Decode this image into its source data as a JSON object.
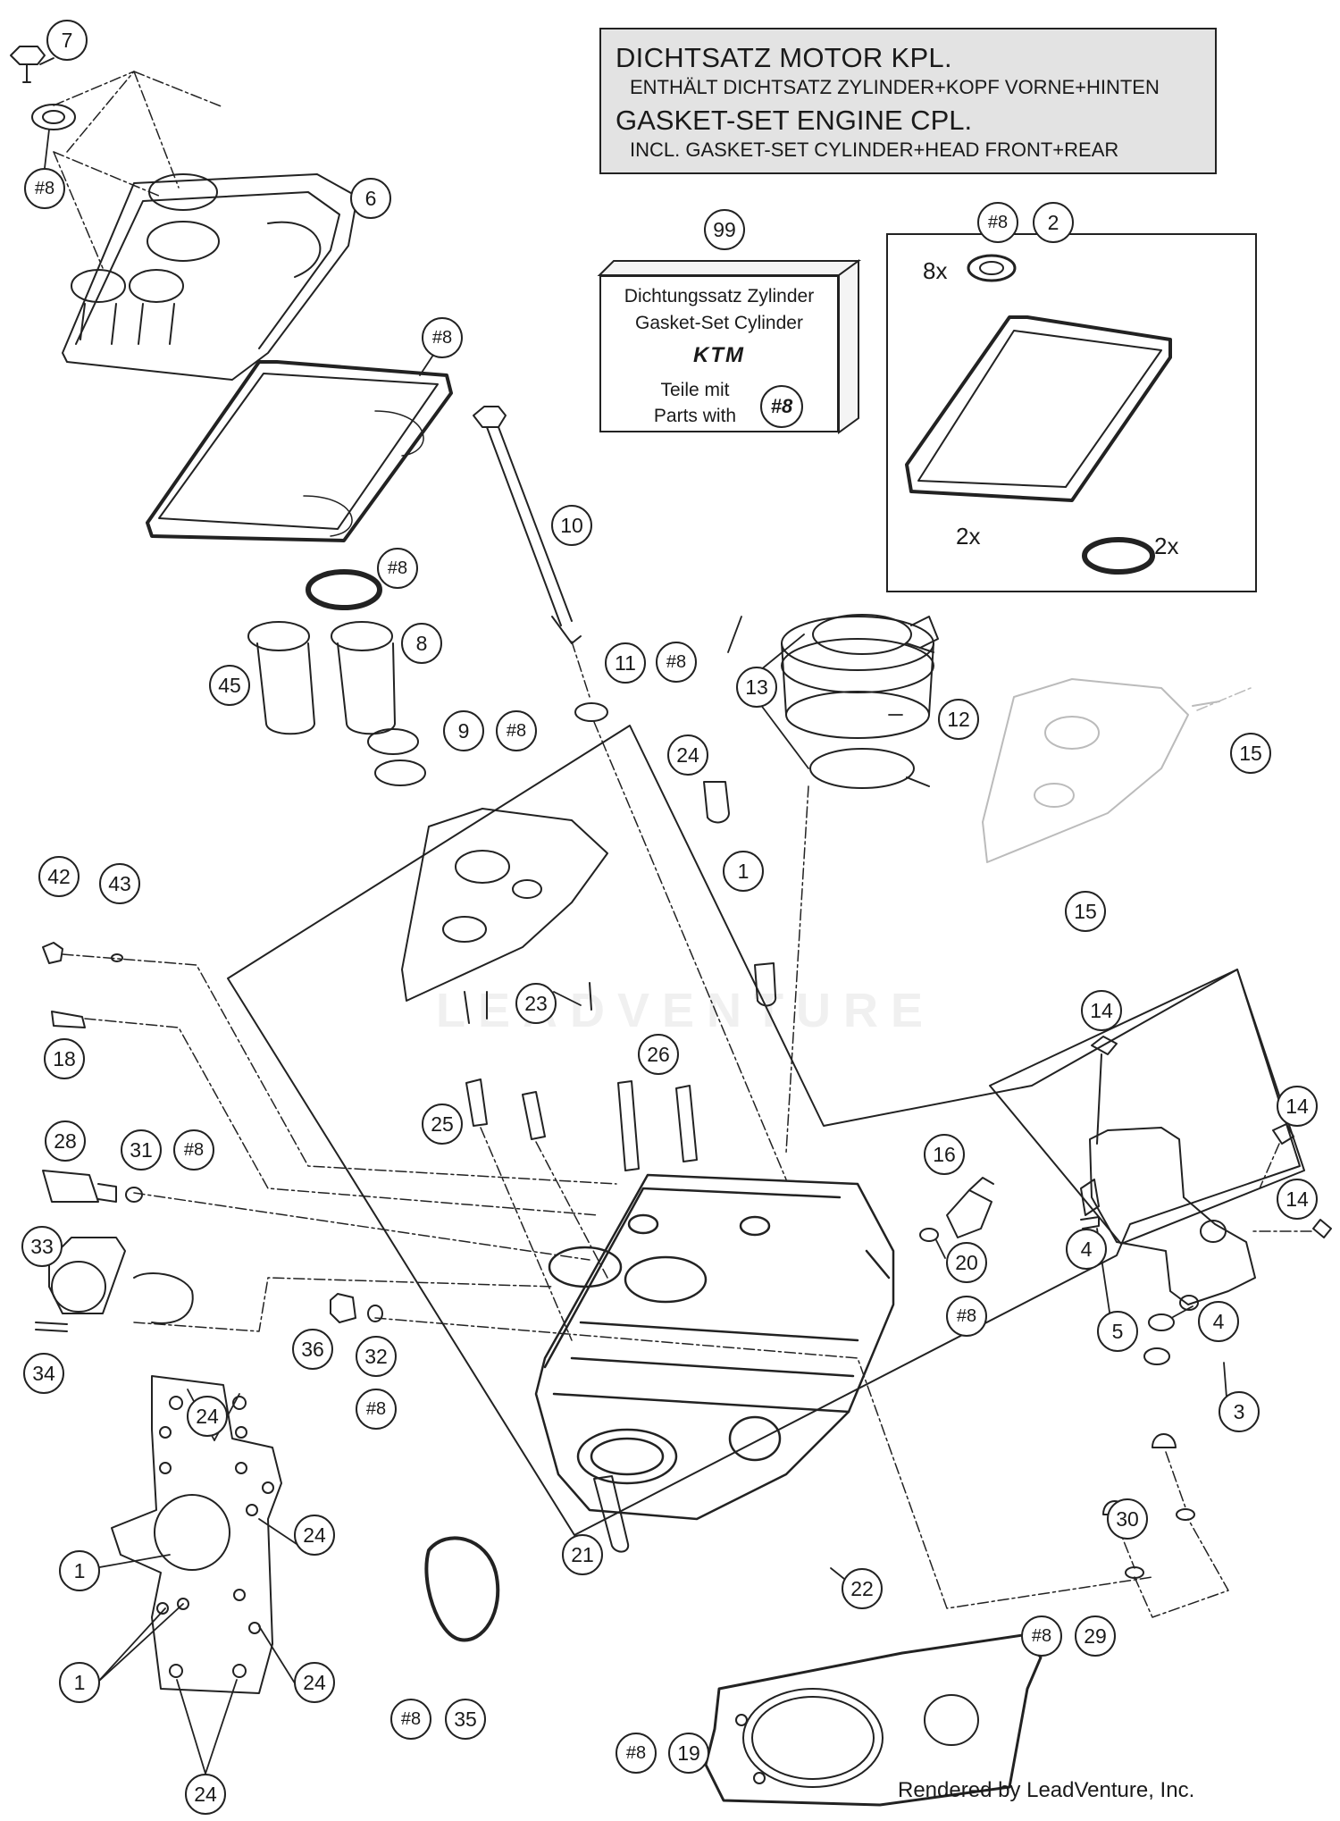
{
  "header": {
    "line1": "DICHTSATZ MOTOR KPL.",
    "line2": "ENTHÄLT DICHTSATZ ZYLINDER+KOPF VORNE+HINTEN",
    "line3": "GASKET-SET ENGINE CPL.",
    "line4": "INCL. GASKET-SET CYLINDER+HEAD FRONT+REAR"
  },
  "kit99": {
    "line1": "Dichtungssatz Zylinder",
    "line2": "Gasket-Set Cylinder",
    "logo": "KTM",
    "line3": "Teile mit",
    "line4": "Parts with",
    "badge": "#8"
  },
  "kit2": {
    "qty_seal": "8x",
    "qty_gasket": "2x",
    "qty_ring": "2x"
  },
  "callouts": [
    {
      "label": "7"
    },
    {
      "label": "#8"
    },
    {
      "label": "6"
    },
    {
      "label": "#8"
    },
    {
      "label": "10"
    },
    {
      "label": "#8"
    },
    {
      "label": "8"
    },
    {
      "label": "45"
    },
    {
      "label": "9"
    },
    {
      "label": "#8"
    },
    {
      "label": "11"
    },
    {
      "label": "#8"
    },
    {
      "label": "99"
    },
    {
      "label": "#8"
    },
    {
      "label": "2"
    },
    {
      "label": "13"
    },
    {
      "label": "12"
    },
    {
      "label": "15"
    },
    {
      "label": "15"
    },
    {
      "label": "24"
    },
    {
      "label": "1"
    },
    {
      "label": "42"
    },
    {
      "label": "43"
    },
    {
      "label": "23"
    },
    {
      "label": "18"
    },
    {
      "label": "26"
    },
    {
      "label": "25"
    },
    {
      "label": "14"
    },
    {
      "label": "14"
    },
    {
      "label": "14"
    },
    {
      "label": "28"
    },
    {
      "label": "31"
    },
    {
      "label": "#8"
    },
    {
      "label": "16"
    },
    {
      "label": "33"
    },
    {
      "label": "20"
    },
    {
      "label": "#8"
    },
    {
      "label": "4"
    },
    {
      "label": "4"
    },
    {
      "label": "5"
    },
    {
      "label": "36"
    },
    {
      "label": "32"
    },
    {
      "label": "34"
    },
    {
      "label": "#8"
    },
    {
      "label": "3"
    },
    {
      "label": "24"
    },
    {
      "label": "24"
    },
    {
      "label": "1"
    },
    {
      "label": "30"
    },
    {
      "label": "21"
    },
    {
      "label": "22"
    },
    {
      "label": "24"
    },
    {
      "label": "1"
    },
    {
      "label": "#8"
    },
    {
      "label": "29"
    },
    {
      "label": "#8"
    },
    {
      "label": "35"
    },
    {
      "label": "#8"
    },
    {
      "label": "19"
    },
    {
      "label": "24"
    }
  ],
  "watermark": "LEADVENTURE",
  "footer": "Rendered by LeadVenture, Inc."
}
